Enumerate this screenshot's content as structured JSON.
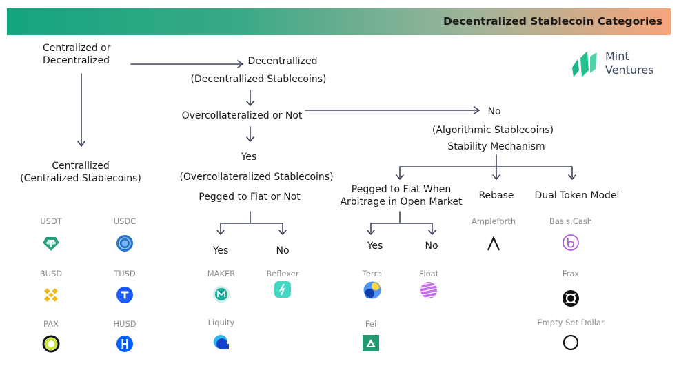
{
  "banner": {
    "title": "Decentralized Stablecoin Categories"
  },
  "logo": {
    "line1": "Mint",
    "line2": "Ventures"
  },
  "nodes": {
    "root_1": "Centralized or",
    "root_2": "Decentralized",
    "dec_1": "Decentrallized",
    "dec_2": "(Decentrallized Stablecoins)",
    "overcoll": "Overcollateralized or Not",
    "no": "No",
    "algo": "(Algorithmic Stablecoins)",
    "stability": "Stability Mechanism",
    "yes": "Yes",
    "overcoll_sc": "(Overcollateralized Stablecoins)",
    "pegged": "Pegged to Fiat or Not",
    "cent_1": "Centrallized",
    "cent_2": "(Centralized Stablecoins)",
    "arb_1": "Pegged to Fiat When",
    "arb_2": "Arbitrage in Open Market",
    "rebase": "Rebase",
    "dual": "Dual Token Model",
    "yes_a": "Yes",
    "no_a": "No",
    "yes_b": "Yes",
    "no_b": "No"
  },
  "coins": {
    "usdt": "USDT",
    "usdc": "USDC",
    "busd": "BUSD",
    "tusd": "TUSD",
    "pax": "PAX",
    "husd": "HUSD",
    "maker": "MAKER",
    "reflexer": "Reflexer",
    "liquity": "Liquity",
    "terra": "Terra",
    "float": "Float",
    "fei": "Fei",
    "ampleforth": "Ampleforth",
    "basis": "Basis.Cash",
    "frax": "Frax",
    "esd": "Empty Set Dollar"
  },
  "icons": {
    "usdt": "tether-icon",
    "usdc": "usdc-icon",
    "busd": "binance-icon",
    "tusd": "trueusd-icon",
    "pax": "paxos-icon",
    "husd": "husd-icon",
    "maker": "maker-icon",
    "reflexer": "reflexer-icon",
    "liquity": "liquity-icon",
    "terra": "terra-icon",
    "float": "float-icon",
    "fei": "fei-icon",
    "ampleforth": "ampleforth-icon",
    "basis": "basis-cash-icon",
    "frax": "frax-icon",
    "esd": "empty-set-dollar-icon"
  },
  "colors": {
    "banner_start": "#13a57e",
    "banner_end": "#f7a57c",
    "arrow": "#3c4458",
    "coin_label": "#8b8b8b"
  }
}
